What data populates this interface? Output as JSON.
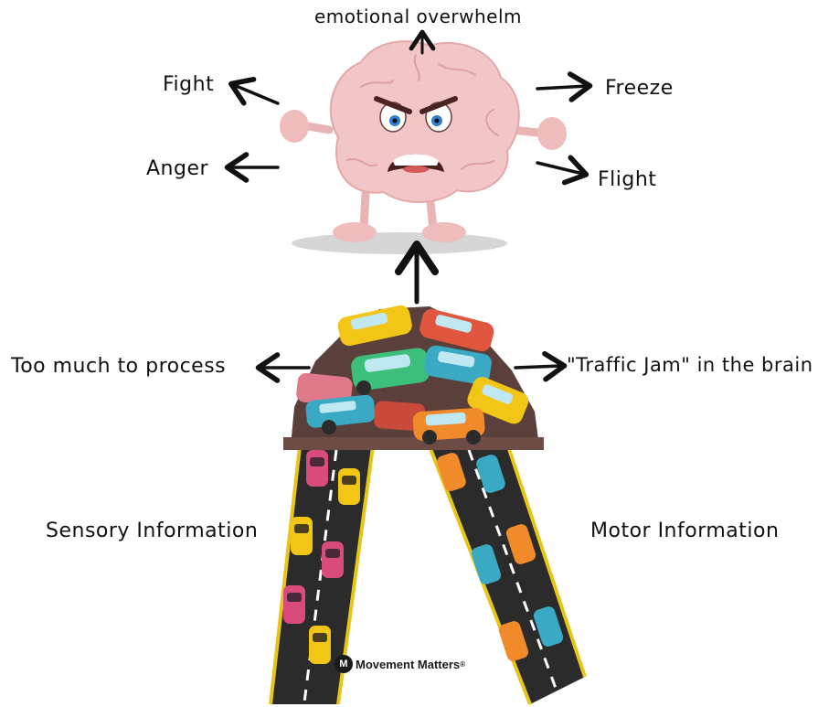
{
  "labels": {
    "top": "emotional overwhelm",
    "fight": "Fight",
    "freeze": "Freeze",
    "anger": "Anger",
    "flight": "Flight",
    "too_much": "Too much to process",
    "traffic_jam": "\"Traffic Jam\" in the brain",
    "sensory": "Sensory Information",
    "motor": "Motor Information"
  },
  "brand": {
    "logo_letter": "M",
    "name": "Movement Matters",
    "registered": "®"
  },
  "colors": {
    "road": "#2b2b2b",
    "road_edge": "#e8c51a",
    "lane_dash": "#ffffff",
    "brain": "#f2c6c6",
    "car_yellow": "#f2c617",
    "car_pink": "#d94b7a",
    "car_orange": "#f08a2b",
    "car_teal": "#3aa9c4",
    "car_green": "#3bbf7a"
  }
}
